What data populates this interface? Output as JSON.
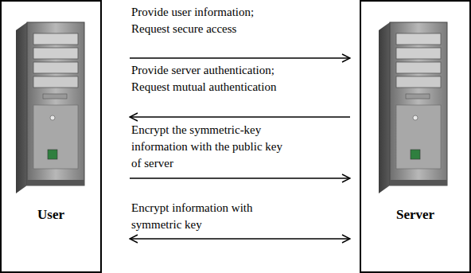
{
  "diagram": {
    "nodes": [
      {
        "text": [
          "User"
        ]
      },
      {
        "text": [
          "Server"
        ]
      }
    ],
    "edges": [
      {
        "from": 0,
        "to": 1,
        "arrow": "to",
        "label": "Provide user information; Request secure access"
      },
      {
        "from": 1,
        "to": 0,
        "arrow": "to",
        "label": "Provide server authentication; Request mutual authentication"
      },
      {
        "from": 0,
        "to": 1,
        "arrow": "to",
        "label": "Encrypt the symmetric-key information with the public key of server"
      },
      {
        "from": 0,
        "to": 1,
        "arrow": "both",
        "label": "Encrypt information with symmetric key"
      }
    ]
  }
}
